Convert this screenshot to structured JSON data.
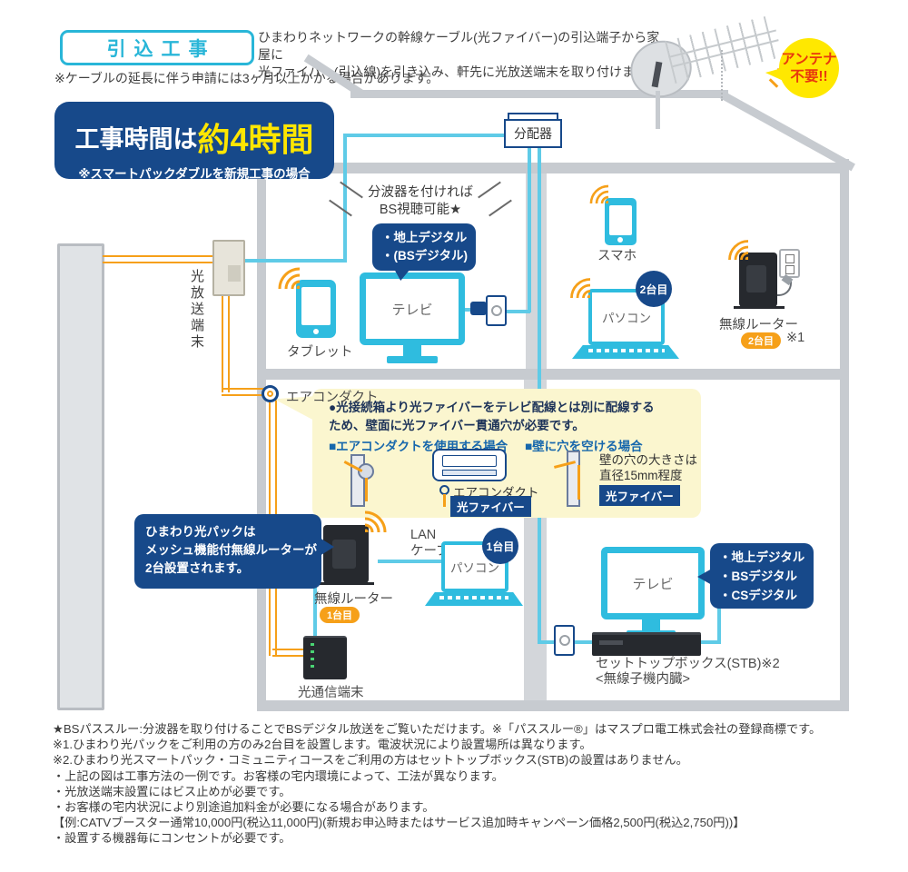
{
  "header": {
    "badge": "引込工事",
    "description": "ひまわりネットワークの幹線ケーブル(光ファイバー)の引込端子から家屋に\n光ファイバー(引込線)を引き込み、軒先に光放送端末を取り付けます。",
    "note": "※ケーブルの延長に伴う申請には3ヶ月以上かかる場合があります。"
  },
  "time_box": {
    "prefix": "工事時間は",
    "highlight": "約4時間",
    "note": "※スマートパックダブルを新規工事の場合"
  },
  "antenna_bubble": "アンテナ\n不要!!",
  "attic": {
    "splitter_label": "分配器"
  },
  "room_tv2f": {
    "bs_note": "分波器を付ければ\nBS視聴可能★",
    "badge_text": "・地上デジタル\n・(BSデジタル)",
    "tv_label": "テレビ",
    "tablet_label": "タブレット"
  },
  "room_right2f": {
    "phone_label": "スマホ",
    "pc_label": "パソコン",
    "pc_badge": "2台目",
    "router_label": "無線ルーター",
    "router_badge": "2台目",
    "router_ref": "※1"
  },
  "exterior": {
    "terminal_label": "光放送端末"
  },
  "duct": {
    "label": "エアコンダクト"
  },
  "note_box": {
    "bullet": "●光接続箱より光ファイバーをテレビ配線とは別に配線する\nため、壁面に光ファイバー貫通穴が必要です。",
    "case1": "■エアコンダクトを使用する場合",
    "case2": "■壁に穴を空ける場合",
    "duct_label": "エアコンダクト",
    "fiber_badge1": "光ファイバー",
    "hole_text": "壁の穴の大きさは\n直径15mm程度",
    "fiber_badge2": "光ファイバー"
  },
  "pack_bubble": "ひまわり光パックは\nメッシュ機能付無線ルーターが\n2台設置されます。",
  "room_left1f": {
    "router_label": "無線ルーター",
    "router_badge": "1台目",
    "lan_label": "LAN\nケーブル",
    "pc_label": "パソコン",
    "pc_badge": "1台目",
    "onu_label": "光通信端末"
  },
  "room_right1f": {
    "tv_label": "テレビ",
    "badge_text": "・地上デジタル\n・BSデジタル\n・CSデジタル",
    "stb_label": "セットトップボックス(STB)※2\n<無線子機内臓>"
  },
  "footnotes": [
    "★BSパススルー:分波器を取り付けることでBSデジタル放送をご覧いただけます。※「パススルー®」はマスプロ電工株式会社の登録商標です。",
    "※1.ひまわり光パックをご利用の方のみ2台目を設置します。電波状況により設置場所は異なります。",
    "※2.ひまわり光スマートパック・コミュニティコースをご利用の方はセットトップボックス(STB)の設置はありません。",
    "・上記の図は工事方法の一例です。お客様の宅内環境によって、工法が異なります。",
    "・光放送端末設置にはビス止めが必要です。",
    "・お客様の宅内状況により別途追加料金が必要になる場合があります。",
    "【例:CATVブースター通常10,000円(税込11,000円)(新規お申込時またはサービス追加時キャンペーン価格2,500円(税込2,750円))】",
    "・設置する機器毎にコンセントが必要です。"
  ],
  "colors": {
    "accent_cyan": "#29b6d8",
    "navy": "#17498a",
    "orange": "#f6a019",
    "highlight_yellow": "#ffe600",
    "note_yellow": "#fbf6cf",
    "alert_red": "#e8380d",
    "wall_gray": "#c7cbd0"
  }
}
